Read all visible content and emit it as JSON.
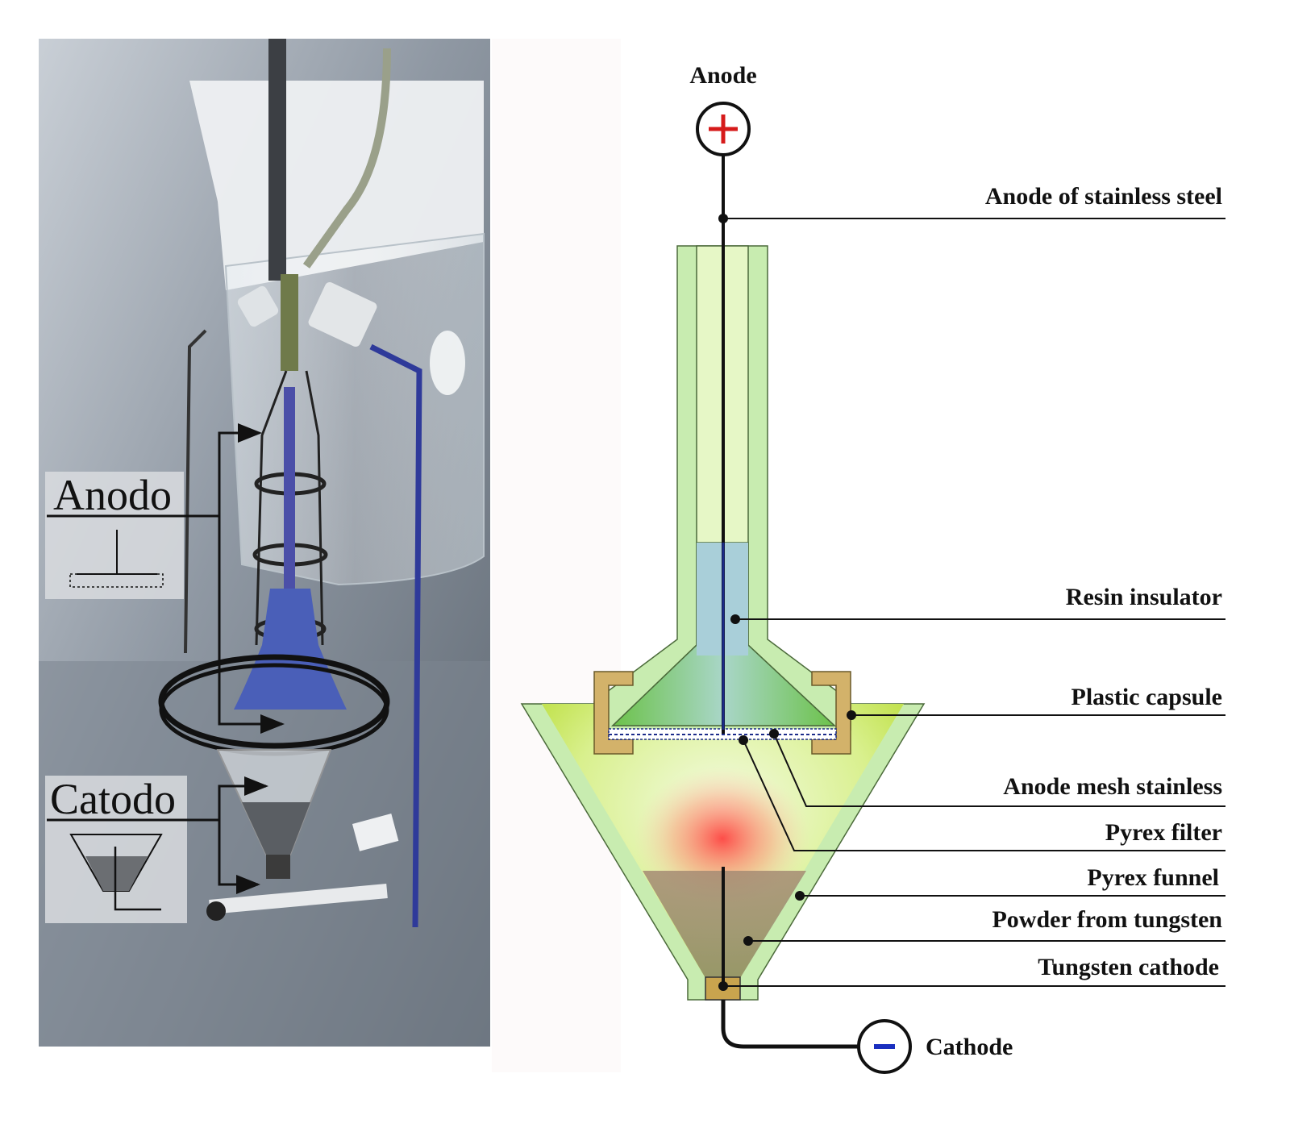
{
  "photo": {
    "anodo_label": "Anodo",
    "catodo_label": "Catodo"
  },
  "diagram": {
    "anode_title": "Anode",
    "cathode_title": "Cathode",
    "plus_symbol": "+",
    "minus_symbol": "−",
    "labels": [
      "Anode of stainless steel",
      "Resin insulator",
      "Plastic capsule",
      "Anode mesh stainless",
      "Pyrex filter",
      "Pyrex funnel",
      "Powder from tungsten",
      "Tungsten cathode"
    ]
  },
  "colors": {
    "plus_red": "#d61a1a",
    "minus_blue": "#1a2fbf",
    "glass_green": "#c8ecb0",
    "resin_blue": "#a9cfd9",
    "capsule_tan": "#d3b26a"
  }
}
